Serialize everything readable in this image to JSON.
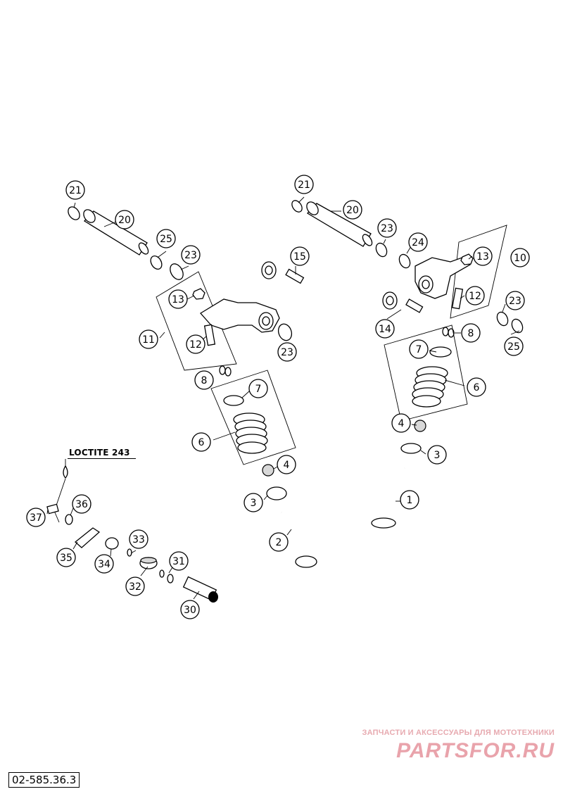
{
  "diagram": {
    "drawing_code": "02-585.36.3",
    "adhesive_label": "LOCTITE 243",
    "callouts": [
      "21",
      "20",
      "25",
      "23",
      "13",
      "11",
      "12",
      "23",
      "8",
      "7",
      "6",
      "4",
      "3",
      "2",
      "15",
      "21",
      "20",
      "23",
      "24",
      "13",
      "10",
      "12",
      "14",
      "23",
      "25",
      "8",
      "7",
      "6",
      "4",
      "3",
      "1",
      "37",
      "36",
      "35",
      "34",
      "33",
      "32",
      "31",
      "30"
    ]
  },
  "watermark": {
    "tagline": "ЗАПЧАСТИ И АКСЕССУАРЫ ДЛЯ МОТОТЕХНИКИ",
    "brand": "PARTSFOR.RU",
    "color": "#e9a3ab"
  }
}
